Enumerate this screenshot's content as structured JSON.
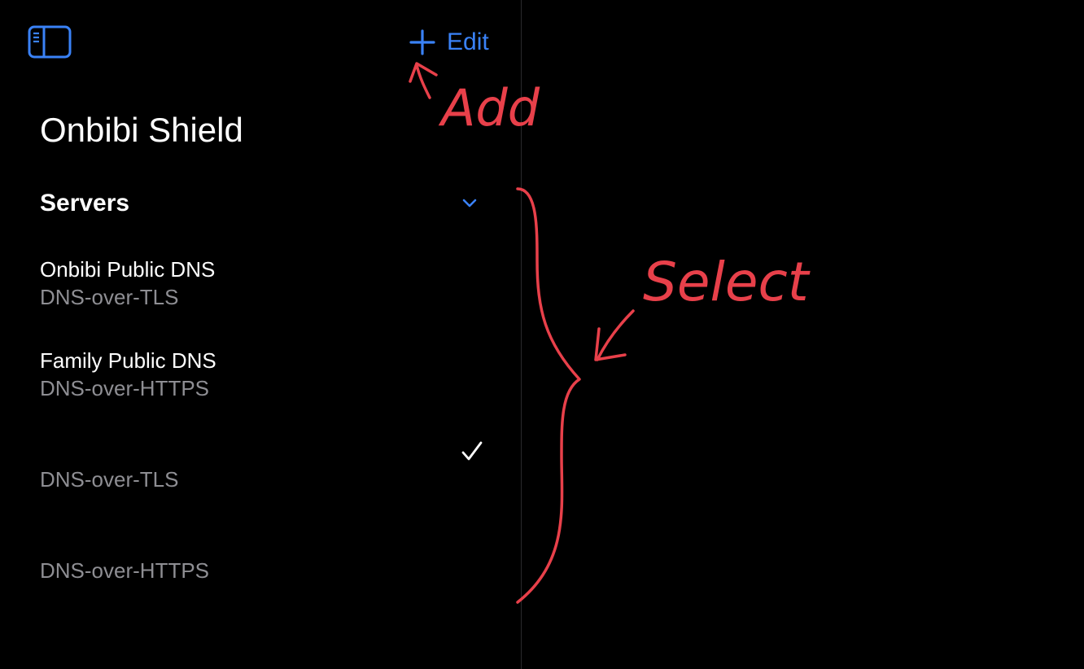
{
  "header": {
    "sidebar_toggle_icon": "sidebar-toggle-icon",
    "add_icon": "plus-icon",
    "edit_label": "Edit",
    "accent_color": "#3a82f7"
  },
  "app_title": "Onbibi Shield",
  "servers": {
    "section_title": "Servers",
    "chevron_icon": "chevron-down-icon",
    "items": [
      {
        "name": "Onbibi Public DNS",
        "protocol": "DNS-over-TLS",
        "selected": false
      },
      {
        "name": "Family Public DNS",
        "protocol": "DNS-over-HTTPS",
        "selected": false
      },
      {
        "name": "",
        "protocol": "DNS-over-TLS",
        "selected": true
      },
      {
        "name": "",
        "protocol": "DNS-over-HTTPS",
        "selected": false
      }
    ]
  },
  "annotations": {
    "add_label": "Add",
    "select_label": "Select",
    "annotation_color": "#e8404a"
  }
}
